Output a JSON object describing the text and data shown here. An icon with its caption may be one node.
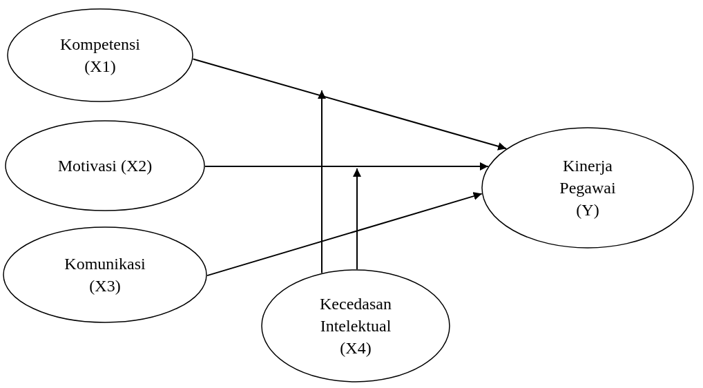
{
  "diagram": {
    "nodes": [
      {
        "text": [
          "Kompetensi (X1)"
        ]
      },
      {
        "text": [
          "Motivasi (X2)"
        ]
      },
      {
        "text": [
          "Komunikasi (X3)"
        ]
      },
      {
        "text": [
          "Kinerja Pegawai (Y)"
        ]
      },
      {
        "text": [
          "Kecedasan Intelektual (X4)"
        ]
      }
    ],
    "edges": [
      {
        "from": 0,
        "to": 3,
        "arrow": "to"
      },
      {
        "from": 1,
        "to": 3,
        "arrow": "to"
      },
      {
        "from": 2,
        "to": 3,
        "arrow": "to"
      },
      {
        "from": 4,
        "to": null,
        "arrow": "to"
      },
      {
        "from": 4,
        "to": null,
        "arrow": "to"
      }
    ]
  }
}
